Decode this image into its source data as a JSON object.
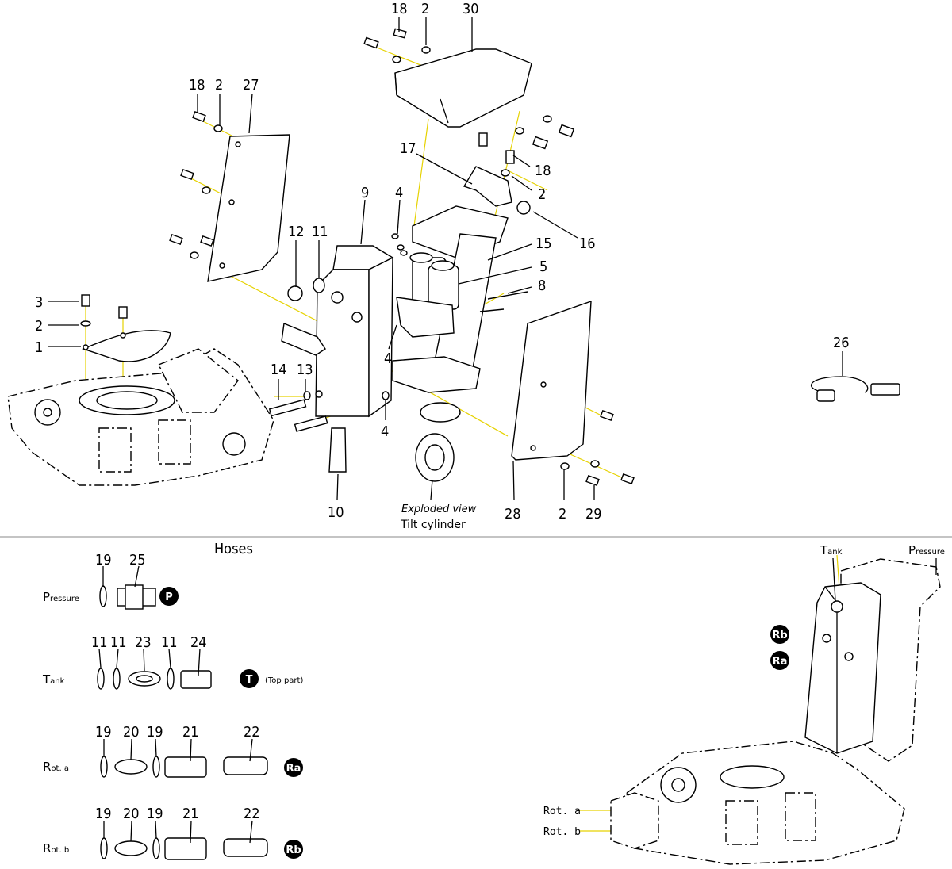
{
  "top_section": {
    "callouts": {
      "n18_top": "18",
      "n2_top": "2",
      "n30": "30",
      "n18_left": "18",
      "n2_left": "2",
      "n27": "27",
      "n17": "17",
      "n18_mid": "18",
      "n2_mid": "2",
      "n9": "9",
      "n4_top": "4",
      "n16": "16",
      "n15": "15",
      "n5": "5",
      "n8": "8",
      "n12": "12",
      "n11": "11",
      "n3": "3",
      "n2_base": "2",
      "n1": "1",
      "n4_mid": "4",
      "n14": "14",
      "n13": "13",
      "n4_low": "4",
      "n10": "10",
      "n28": "28",
      "n2_low": "2",
      "n29": "29",
      "n26": "26"
    },
    "caption_italic": "Exploded view",
    "caption": "Tilt cylinder"
  },
  "hoses_section": {
    "title": "Hoses",
    "rows": [
      {
        "label_big": "P",
        "label_small": "ressure",
        "numbers": [
          "19",
          "25"
        ],
        "badge": "P",
        "note": ""
      },
      {
        "label_big": "T",
        "label_small": "ank",
        "numbers": [
          "11",
          "11",
          "23",
          "11",
          "24"
        ],
        "badge": "T",
        "note": "(Top part)"
      },
      {
        "label_big": "R",
        "label_small": "ot. a",
        "numbers": [
          "19",
          "20",
          "19",
          "21",
          "22"
        ],
        "badge": "Ra",
        "note": ""
      },
      {
        "label_big": "R",
        "label_small": "ot. b",
        "numbers": [
          "19",
          "20",
          "19",
          "21",
          "22"
        ],
        "badge": "Rb",
        "note": ""
      }
    ]
  },
  "right_view": {
    "tank_big": "T",
    "tank_small": "ank",
    "pressure_big": "P",
    "pressure_small": "ressure",
    "rb": "Rb",
    "ra": "Ra",
    "rot_a": "Rot. a",
    "rot_b": "Rot. b"
  },
  "colors": {
    "guide_line": "#e6d200",
    "ink": "#000000"
  }
}
